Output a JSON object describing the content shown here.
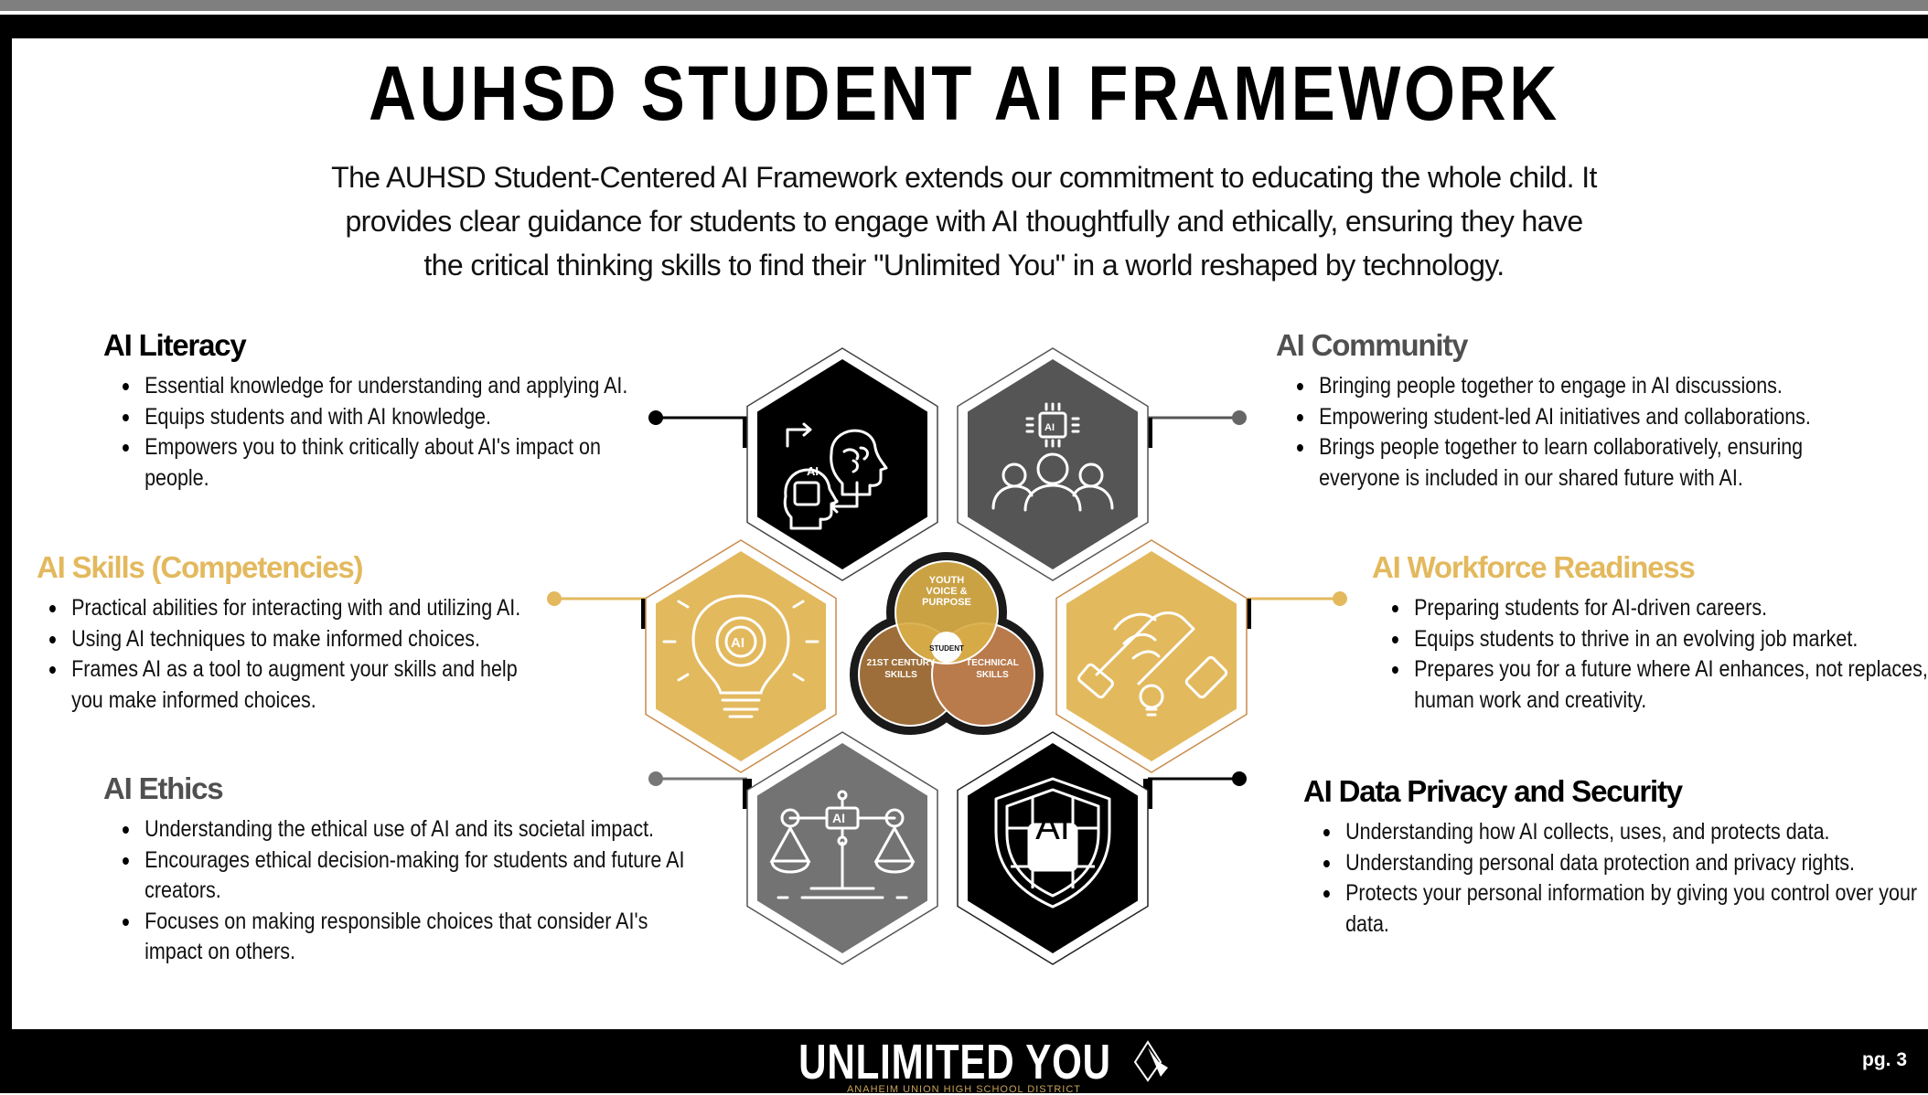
{
  "title": "AUHSD STUDENT AI FRAMEWORK",
  "intro": "The AUHSD Student-Centered AI Framework extends our commitment to educating the whole child. It provides clear guidance for students to engage with AI thoughtfully and ethically, ensuring they have the critical thinking skills to find their \"Unlimited You\" in a world reshaped by technology.",
  "sections": {
    "literacy": {
      "heading": "AI Literacy",
      "bullets": [
        "Essential knowledge for understanding and applying AI.",
        "Equips students and with AI knowledge.",
        "Empowers you to think critically about AI's impact on people."
      ]
    },
    "skills": {
      "heading": "AI Skills (Competencies)",
      "bullets": [
        "Practical abilities for interacting with and utilizing AI.",
        "Using AI techniques to make informed choices.",
        "Frames AI as a tool to augment your skills and help you make informed choices."
      ]
    },
    "ethics": {
      "heading": "AI Ethics",
      "bullets": [
        "Understanding the ethical use of AI and its societal impact.",
        "Encourages ethical decision-making for students and future AI creators.",
        "Focuses on making responsible choices that consider AI's impact on others."
      ]
    },
    "community": {
      "heading": "AI Community",
      "bullets": [
        "Bringing people together to engage in AI discussions.",
        "Empowering student-led AI initiatives and collaborations.",
        "Brings people together to learn collaboratively, ensuring everyone is included in our shared future with AI."
      ]
    },
    "workforce": {
      "heading": "AI Workforce Readiness",
      "bullets": [
        "Preparing students for AI-driven careers.",
        "Equips students to thrive in an evolving job market.",
        "Prepares you for a future where AI enhances, not replaces, human work and creativity."
      ]
    },
    "privacy": {
      "heading": "AI Data Privacy and Security",
      "bullets": [
        "Understanding how AI collects, uses, and protects data.",
        "Understanding personal data protection and privacy rights.",
        "Protects your personal information by giving you control over your data."
      ]
    }
  },
  "venn": {
    "top": [
      "YOUTH",
      "VOICE &",
      "PURPOSE"
    ],
    "left": [
      "21ST CENTURY",
      "SKILLS"
    ],
    "right": [
      "TECHNICAL",
      "SKILLS"
    ],
    "center": "STUDENT"
  },
  "icon_labels": {
    "chip": "AI"
  },
  "footer": {
    "brand": "UNLIMITED YOU",
    "district": "ANAHEIM UNION HIGH SCHOOL DISTRICT",
    "page": "pg. 3"
  },
  "colors": {
    "gold": "#E3B95E",
    "dark_gray": "#555555",
    "mid_gray": "#737373",
    "black": "#000000"
  }
}
